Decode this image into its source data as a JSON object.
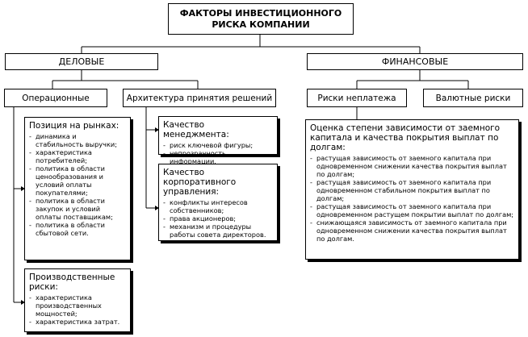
{
  "title": "ФАКТОРЫ ИНВЕСТИЦИОННОГО РИСКА КОМПАНИИ",
  "categories": {
    "business": "ДЕЛОВЫЕ",
    "financial": "ФИНАНСОВЫЕ"
  },
  "business": {
    "operational": "Операционные",
    "architecture": "Архитектура принятия решений"
  },
  "financial": {
    "nonpayment": "Риски неплатежа",
    "currency": "Валютные риски"
  },
  "market_position": {
    "head": "Позиция на рынках:",
    "items": [
      "динамика и стабильность выручки;",
      "характеристика потребителей;",
      "политика в области ценообразования и условий оплаты покупателями;",
      "политика в области закупок и условий оплаты поставщикам;",
      "политика в области сбытовой сети."
    ]
  },
  "production_risks": {
    "head": "Производственные риски:",
    "items": [
      "характеристика производственных мощностей;",
      "характеристика затрат."
    ]
  },
  "management_quality": {
    "head": "Качество менеджмента:",
    "items": [
      "риск ключевой фигуры;",
      "непрозрачность информации."
    ]
  },
  "governance_quality": {
    "head": "Качество корпоративного управления:",
    "items": [
      "конфликты интересов собственников;",
      "права акционеров;",
      "механизм и процедуры работы совета директоров."
    ]
  },
  "debt_assessment": {
    "head": "Оценка степени зависимости от заемного капитала и качества покрытия выплат по долгам:",
    "items": [
      "растущая зависимость от заемного капитала при одновременном снижении качества покрытия выплат по долгам;",
      "растущая зависимость от заемного капитала при одновременном стабильном покрытия выплат по долгам;",
      "растущая зависимость от заемного капитала при одновременном растущем покрытии выплат по долгам;",
      "снижающаяся зависимость от заемного капитала при одновременном снижении качества покрытия выплат по долгам."
    ]
  }
}
